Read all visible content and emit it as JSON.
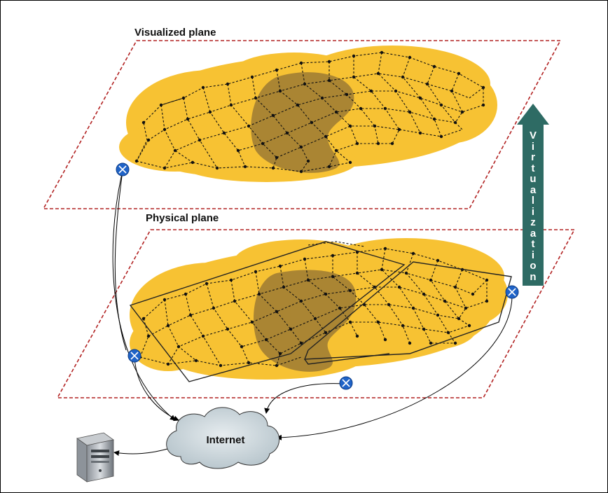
{
  "planes": {
    "virtual_title": "Visualized plane",
    "physical_title": "Physical plane"
  },
  "cloud": {
    "label": "Internet"
  },
  "arrow": {
    "label_letters": [
      "V",
      "i",
      "r",
      "t",
      "u",
      "a",
      "l",
      "i",
      "z",
      "a",
      "t",
      "i",
      "o",
      "n"
    ]
  },
  "colors": {
    "coverage": "#f7c233",
    "dark_region": "#6b5333",
    "plane_border": "#b22222",
    "arrow": "#2e6b64",
    "gateway": "#1f63c7",
    "cloud": "#cfd8dd"
  },
  "icons": [
    "gateway-icon",
    "server-icon",
    "cloud-icon"
  ]
}
